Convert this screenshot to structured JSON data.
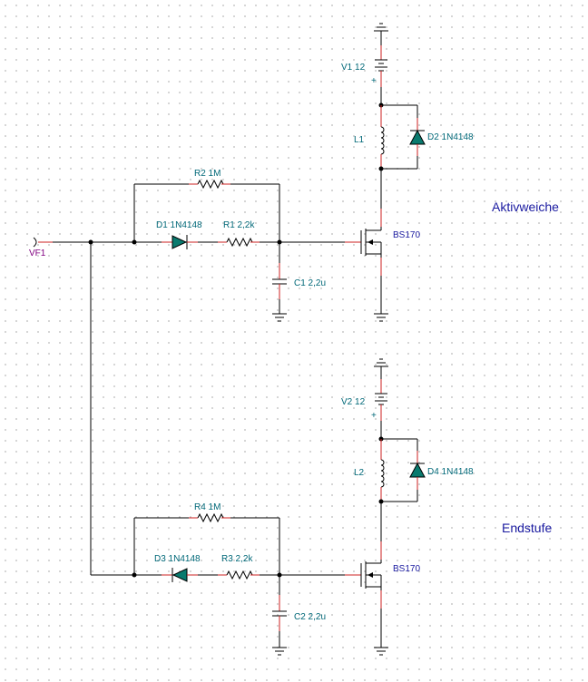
{
  "sections": [
    {
      "heading": "Aktivweiche"
    },
    {
      "heading": "Endstufe"
    }
  ],
  "source": {
    "label": "VF1"
  },
  "components": {
    "V1": "V1 12",
    "V2": "V2 12",
    "L1": "L1",
    "L2": "L2",
    "D1": "D1 1N4148",
    "D2": "D2 1N4148",
    "D3": "D3 1N4148",
    "D4": "D4 1N4148",
    "R1": "R1 2,2k",
    "R2": "R2 1M",
    "R3": "R3 2,2k",
    "R4": "R4 1M",
    "C1": "C1 2,2u",
    "C2": "C2 2,2u",
    "Q1": "BS170",
    "Q2": "BS170"
  },
  "polarity": "+",
  "colors": {
    "wire": "#000000",
    "pin": "#cc2020",
    "part_label": "#006878",
    "transistor_label": "#1a1aa0",
    "source_label": "#800080",
    "diode_fill": "#0a7a6e"
  }
}
